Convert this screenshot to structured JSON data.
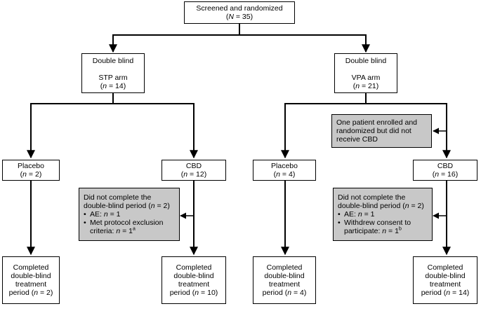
{
  "top": {
    "line1": "Screened and randomized",
    "n_prefix": "(",
    "n_var": "N",
    "n_suffix": " = 35)"
  },
  "arms": [
    {
      "line1": "Double blind",
      "line2": "STP arm",
      "n_val": " = 14)"
    },
    {
      "line1": "Double blind",
      "line2": "VPA arm",
      "n_val": " = 21)"
    }
  ],
  "note_vpa": {
    "lines": [
      "One patient enrolled and",
      "randomized but did not",
      "receive CBD"
    ]
  },
  "groups": [
    {
      "label": "Placebo",
      "n_val": " = 2)"
    },
    {
      "label": "CBD",
      "n_val": " = 12)"
    },
    {
      "label": "Placebo",
      "n_val": " = 4)"
    },
    {
      "label": "CBD",
      "n_val": " = 16)"
    }
  ],
  "discontinued": [
    {
      "line1": "Did not complete the",
      "line2_pre": "double-blind period (",
      "line2_post": " = 2)",
      "bullets": [
        {
          "l1": "AE: ",
          "l1_post": " = 1"
        },
        {
          "l1": "Met protocol exclusion",
          "l2": "criteria: ",
          "l2_post": " = 1",
          "sup": "a"
        }
      ]
    },
    {
      "line1": "Did not complete the",
      "line2_pre": "double-blind period (",
      "line2_post": " = 2)",
      "bullets": [
        {
          "l1": "AE: ",
          "l1_post": " = 1"
        },
        {
          "l1": "Withdrew consent to",
          "l2": "participate: ",
          "l2_post": " = 1",
          "sup": "b"
        }
      ]
    }
  ],
  "completed": [
    {
      "l1": "Completed",
      "l2": "double-blind",
      "l3": "treatment",
      "l4_pre": "period (",
      "l4_post": " = 2)"
    },
    {
      "l1": "Completed",
      "l2": "double-blind",
      "l3": "treatment",
      "l4_pre": "period (",
      "l4_post": " = 10)"
    },
    {
      "l1": "Completed",
      "l2": "double-blind",
      "l3": "treatment",
      "l4_pre": "period (",
      "l4_post": " = 4)"
    },
    {
      "l1": "Completed",
      "l2": "double-blind",
      "l3": "treatment",
      "l4_pre": "period (",
      "l4_post": " = 14)"
    }
  ],
  "var_n": "n"
}
